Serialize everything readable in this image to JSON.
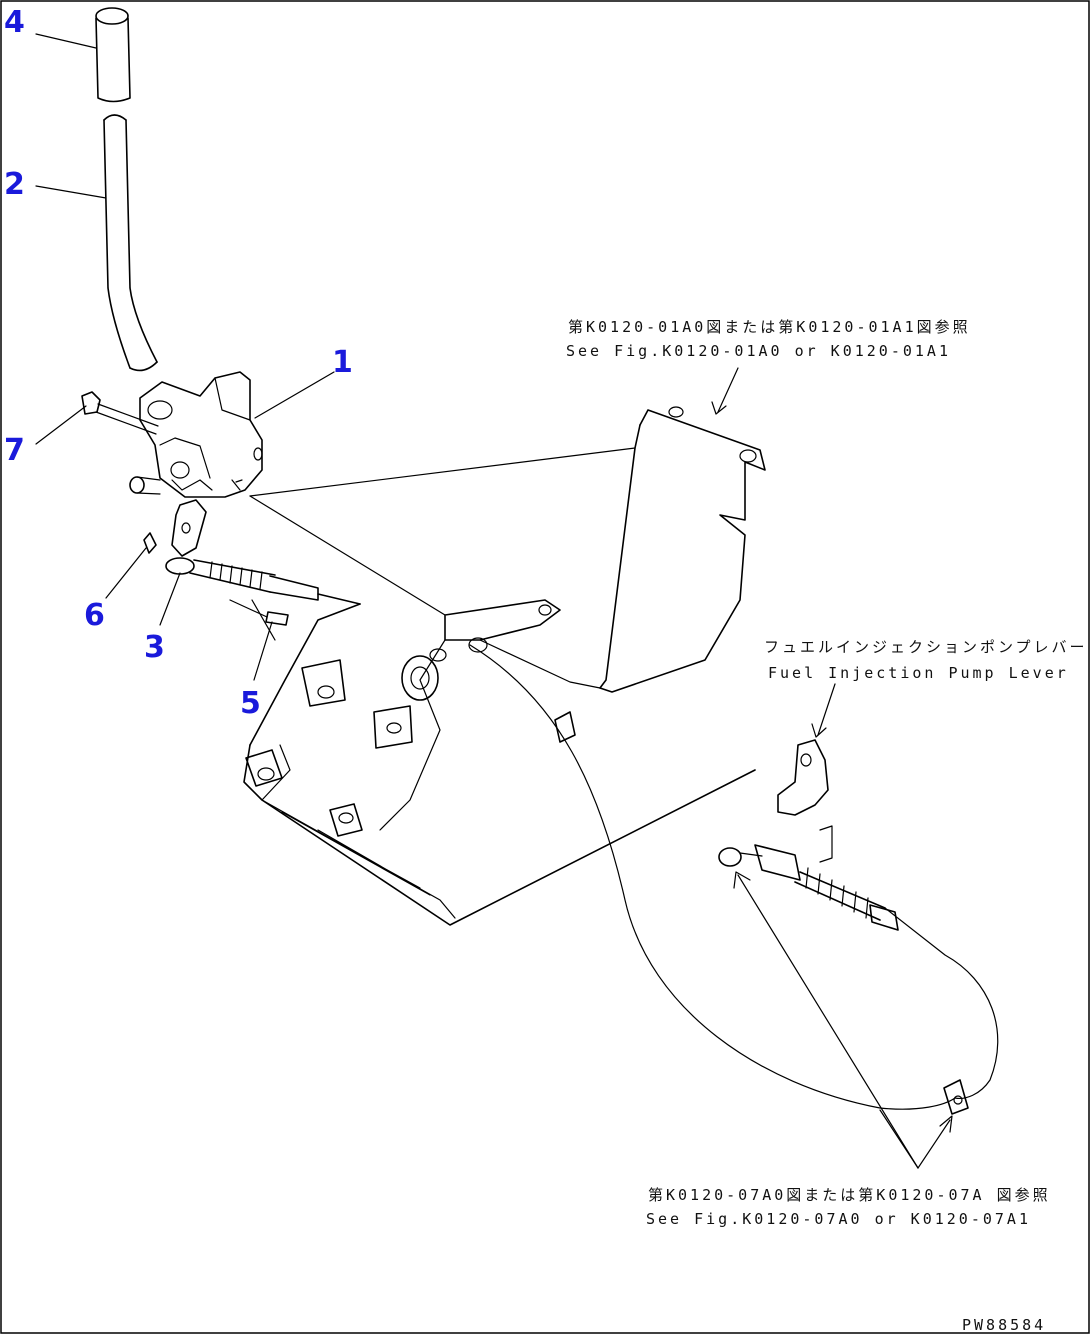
{
  "callouts": {
    "n1": "1",
    "n2": "2",
    "n3": "3",
    "n4": "4",
    "n5": "5",
    "n6": "6",
    "n7": "7"
  },
  "notes": {
    "top_ref_jp": "第K0120-01A0図または第K0120-01A1図参照",
    "top_ref_en": "See Fig.K0120-01A0 or K0120-01A1",
    "pump_lever_jp": "フュエルインジェクションポンプレバー",
    "pump_lever_en": "Fuel Injection Pump Lever",
    "bottom_ref_jp": "第K0120-07A0図または第K0120-07A 図参照",
    "bottom_ref_en": "See Fig.K0120-07A0 or K0120-07A1"
  },
  "drawing_code": "PW88584",
  "colors": {
    "callout": "#1a1adb",
    "line": "#000000",
    "background": "#ffffff"
  }
}
